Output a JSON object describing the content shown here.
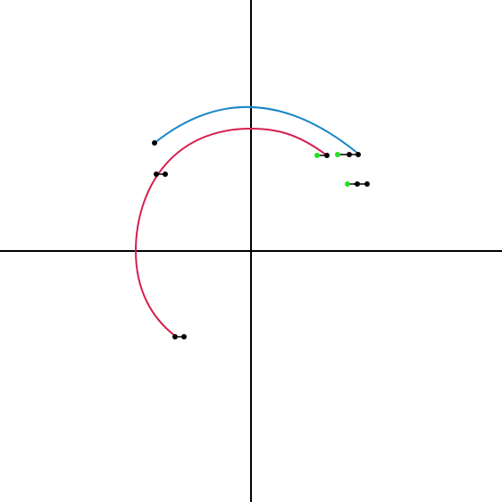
{
  "colors": {
    "background": "#ffffff",
    "axes": "#000000",
    "arc_blue": "#1b86c8",
    "arc_red": "#d61f4e",
    "point_black": "#000000",
    "point_green": "#22e022"
  },
  "diagram": {
    "axes": [
      "x-axis",
      "y-axis"
    ],
    "arcs": [
      {
        "name": "blue-arc",
        "color_key": "arc_blue"
      },
      {
        "name": "red-arc",
        "color_key": "arc_red"
      }
    ],
    "point_groups": [
      {
        "name": "point-group-blue-arc-end",
        "colors": [
          "point_green",
          "point_black",
          "point_black"
        ]
      },
      {
        "name": "point-group-red-arc-top",
        "colors": [
          "point_green",
          "point_black"
        ]
      },
      {
        "name": "point-group-right-lower",
        "colors": [
          "point_green",
          "point_black",
          "point_black"
        ]
      },
      {
        "name": "point-group-blue-arc-start",
        "colors": [
          "point_black"
        ]
      },
      {
        "name": "point-group-left-middle",
        "colors": [
          "point_black",
          "point_black"
        ]
      },
      {
        "name": "point-group-red-arc-bottom",
        "colors": [
          "point_black",
          "point_black"
        ]
      }
    ]
  }
}
